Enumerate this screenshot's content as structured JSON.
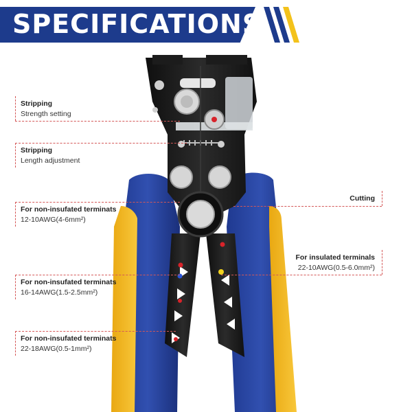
{
  "banner": {
    "title": "SPECIFICATIONS",
    "color": "#1d3b8c",
    "accent": "#f3c21b"
  },
  "callouts": [
    {
      "title": "Stripping",
      "subtitle": "Strength setting"
    },
    {
      "title": "Stripping",
      "subtitle": "Length adjustment"
    },
    {
      "title": "For non-insufated terminats",
      "subtitle": "12-10AWG(4-6mm²)"
    },
    {
      "title": "Cutting",
      "subtitle": ""
    },
    {
      "title": "For insulated terminals",
      "subtitle": "22-10AWG(0.5-6.0mm²)"
    },
    {
      "title": "For non-insufated terminats",
      "subtitle": "16-14AWG(1.5-2.5mm²)"
    },
    {
      "title": "For non-insufated terminats",
      "subtitle": "22-18AWG(0.5-1mm²)"
    }
  ],
  "colors": {
    "handle_blue": "#2a46a0",
    "handle_yellow": "#f2b41e",
    "steel": "#1c1c1c",
    "leader": "#d45757"
  }
}
